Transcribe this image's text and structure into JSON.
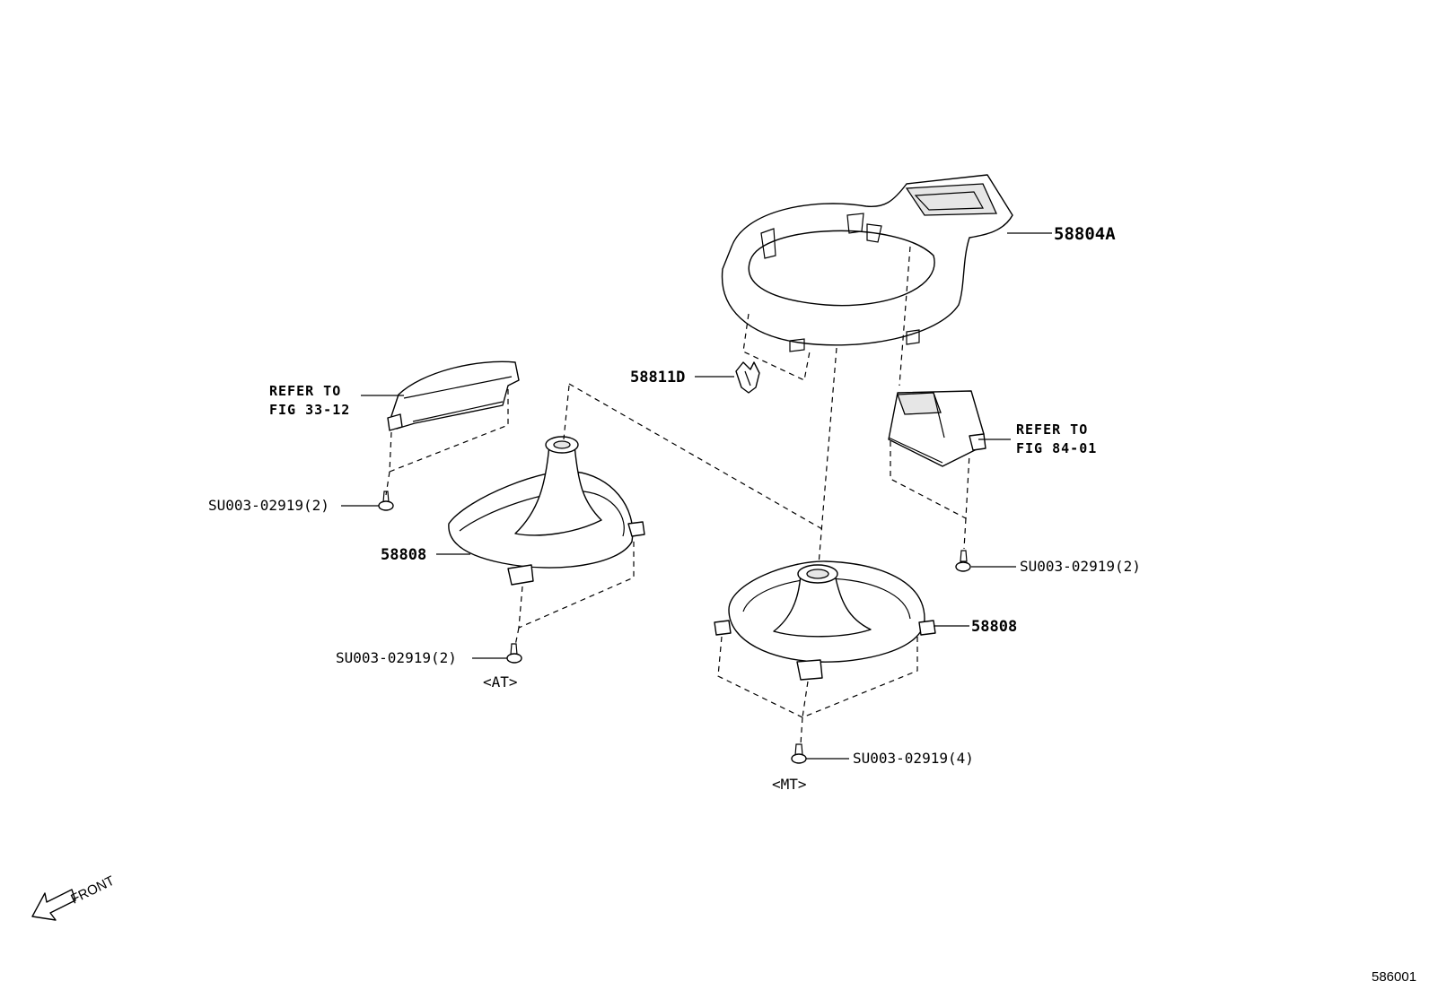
{
  "labels": {
    "bezel": "58804A",
    "clip": "58811D",
    "boot_at": "58808",
    "boot_mt": "58808",
    "screw_at_left": "SU003-02919(2)",
    "screw_at_bottom": "SU003-02919(2)",
    "screw_right": "SU003-02919(2)",
    "screw_mt": "SU003-02919(4)",
    "variant_at": "<AT>",
    "variant_mt": "<MT>"
  },
  "references": {
    "left": {
      "line1": "REFER TO",
      "line2": "FIG 33-12"
    },
    "right": {
      "line1": "REFER TO",
      "line2": "FIG 84-01"
    }
  },
  "front_indicator": "FRONT",
  "figure_number": "586001"
}
